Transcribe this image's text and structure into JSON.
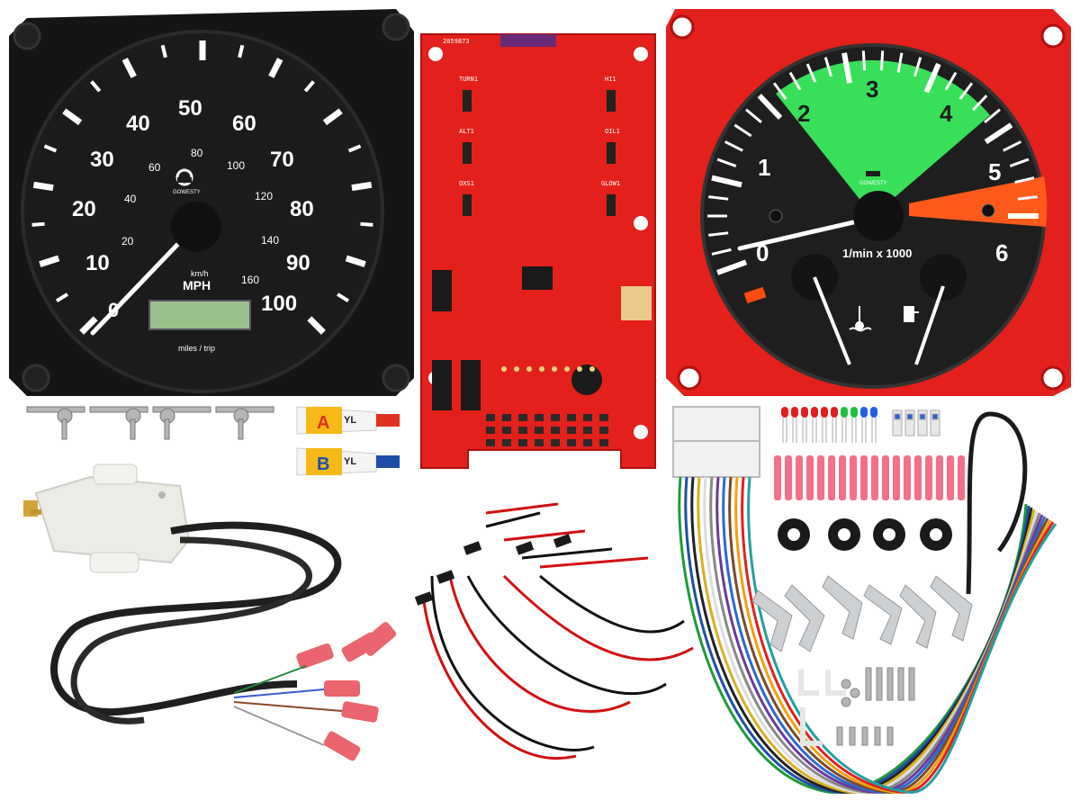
{
  "speedometer": {
    "mph_ticks": [
      "10",
      "20",
      "30",
      "40",
      "50",
      "60",
      "70",
      "80",
      "90",
      "100",
      "0"
    ],
    "kmh_ticks": [
      "20",
      "40",
      "60",
      "80",
      "100",
      "120",
      "140",
      "160"
    ],
    "unit_kmh": "km/h",
    "unit_mph": "MPH",
    "odometer_caption": "miles / trip",
    "brand": "GOWESTY"
  },
  "tachometer": {
    "ticks": [
      "0",
      "1",
      "2",
      "3",
      "4",
      "5",
      "6"
    ],
    "unit": "1/min x 1000",
    "brand": "GOWESTY"
  },
  "pcb": {
    "serial": "2059873",
    "labels": [
      "TURN1",
      "HI1",
      "ALT1",
      "OIL1",
      "OXS1",
      "GLOW1"
    ]
  },
  "adhesive": {
    "tube_a_brand": "YL",
    "tube_a_letter": "A",
    "tube_b_brand": "YL",
    "tube_b_letter": "B"
  },
  "colors": {
    "pcb_red": "#e3201b",
    "gauge_face": "#1e1e1e",
    "tach_green": "#38e05a",
    "tach_redzone": "#ff5a1a"
  }
}
